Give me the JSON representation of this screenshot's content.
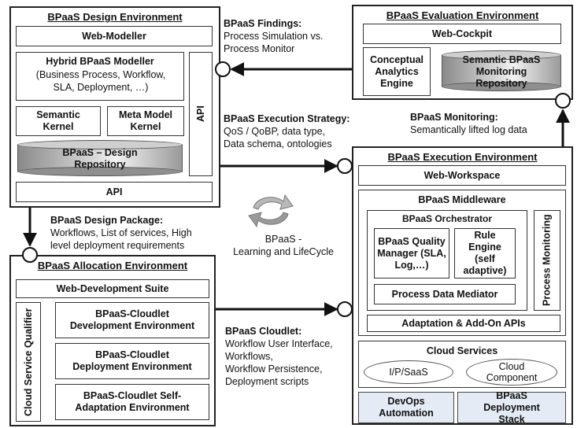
{
  "design_env": {
    "title": "BPaaS Design Environment",
    "web_modeller": "Web-Modeller",
    "hybrid_modeller_title": "Hybrid BPaaS Modeller",
    "hybrid_modeller_sub": "(Business Process, Workflow, SLA, Deployment, …)",
    "semantic_kernel": "Semantic Kernel",
    "meta_model_kernel": "Meta Model Kernel",
    "repository": "BPaaS – Design Repository",
    "api_side": "API",
    "api_bottom": "API"
  },
  "evaluation_env": {
    "title": "BPaaS Evaluation Environment",
    "web_cockpit": "Web-Cockpit",
    "analytics_engine": "Conceptual Analytics Engine",
    "monitoring_repository": "Semantic BPaaS Monitoring Repository"
  },
  "execution_env": {
    "title": "BPaaS Execution Environment",
    "web_workspace": "Web-Workspace",
    "middleware": "BPaaS Middleware",
    "orchestrator": "BPaaS Orchestrator",
    "quality_manager": "BPaaS Quality Manager (SLA, Log,…)",
    "rule_engine": "Rule Engine (self adaptive)",
    "data_mediator": "Process Data Mediator",
    "process_monitoring": "Process Monitoring",
    "adaptation_apis": "Adaptation & Add-On APIs",
    "cloud_services": "Cloud Services",
    "ipsaas": "I/P/SaaS",
    "cloud_component": "Cloud Component",
    "devops": "DevOps Automation",
    "deployment_stack": "BPaaS Deployment Stack"
  },
  "allocation_env": {
    "title": "BPaaS Allocation Environment",
    "web_dev_suite": "Web-Development Suite",
    "qualifier": "Cloud Service Qualifier",
    "cloudlet_dev": "BPaaS-Cloudlet Development Environment",
    "cloudlet_deploy": "BPaaS-Cloudlet Deployment Environment",
    "cloudlet_adapt": "BPaaS-Cloudlet Self-Adaptation Environment"
  },
  "notes": {
    "findings_head": "BPaaS Findings:",
    "findings_l1": "Process Simulation vs.",
    "findings_l2": "Process Monitor",
    "strategy_head": "BPaaS Execution Strategy:",
    "strategy_l1": "QoS / QoBP, data type,",
    "strategy_l2": "Data schema, ontologies",
    "monitoring_head": "BPaaS Monitoring:",
    "monitoring_l1": "Semantically lifted log data",
    "package_head": "BPaaS Design Package:",
    "package_l1": "Workflows, List of services, High",
    "package_l2": "level deployment requirements",
    "lifecycle_l1": "BPaaS -",
    "lifecycle_l2": "Learning and LifeCycle",
    "cloudlet_head": "BPaaS Cloudlet:",
    "cloudlet_l1": "Workflow User Interface,",
    "cloudlet_l2": "Workflows,",
    "cloudlet_l3": "Workflow Persistence,",
    "cloudlet_l4": "Deployment scripts"
  }
}
